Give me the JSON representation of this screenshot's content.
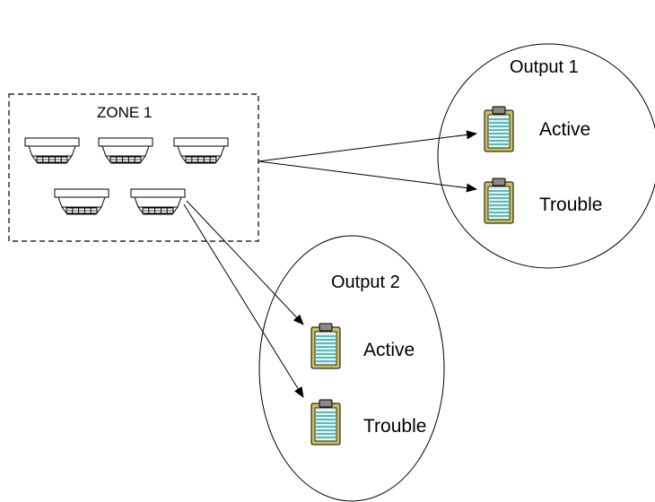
{
  "zone": {
    "title": "ZONE 1",
    "detector_icon": "smoke-detector-icon",
    "detectors": [
      1,
      2,
      3,
      4,
      5
    ]
  },
  "outputs": [
    {
      "title": "Output 1",
      "items": [
        {
          "label": "Active",
          "icon": "clipboard-icon"
        },
        {
          "label": "Trouble",
          "icon": "clipboard-icon"
        }
      ]
    },
    {
      "title": "Output 2",
      "items": [
        {
          "label": "Active",
          "icon": "clipboard-icon"
        },
        {
          "label": "Trouble",
          "icon": "clipboard-icon"
        }
      ]
    }
  ],
  "colors": {
    "line": "#000000",
    "clipboard_board": "#c9c25a",
    "clipboard_paper": "#e6f2f2",
    "clipboard_rule": "#2aa7a7",
    "clipboard_clip": "#8a8a8a"
  }
}
